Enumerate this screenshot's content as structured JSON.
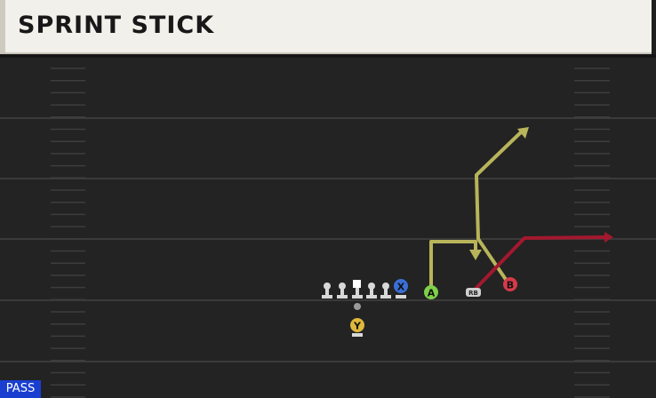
{
  "play": {
    "title": "SPRINT STICK",
    "type_badge": "PASS"
  },
  "players": [
    {
      "id": "X",
      "label": "X",
      "color": "#3a6fd8",
      "icon": "receiver-x-icon"
    },
    {
      "id": "Y",
      "label": "Y",
      "color": "#e0b83a",
      "icon": "receiver-y-icon"
    },
    {
      "id": "A",
      "label": "A",
      "color": "#7fd04a",
      "icon": "receiver-a-icon"
    },
    {
      "id": "B",
      "label": "B",
      "color": "#d63a4a",
      "icon": "receiver-b-icon"
    },
    {
      "id": "RB",
      "label": "RB",
      "color": "#cfcfcf",
      "icon": "running-back-icon"
    }
  ],
  "route_colors": {
    "primary": "#b8b45a",
    "secondary": "#a3182e"
  }
}
